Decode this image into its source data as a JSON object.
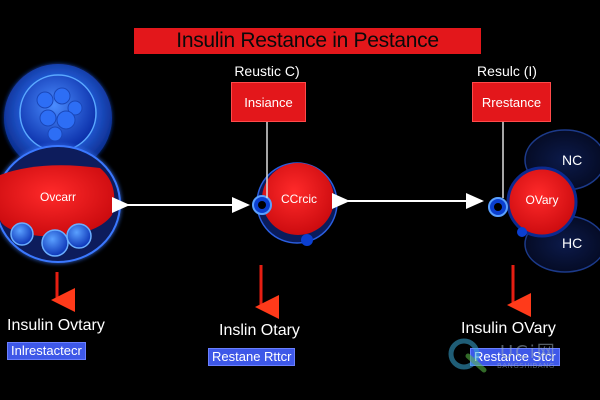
{
  "title": "Insulin Restance in Pestance",
  "columns": [
    {
      "header": "Reustic C)",
      "box": "Insiance",
      "cell": "Ovcarr",
      "bottom": "Insulin Ovtary",
      "tag": "Inlrestactecr"
    },
    {
      "header": "",
      "box": "",
      "cell": "CCrcic",
      "bottom": "Inslin Otary",
      "tag": "Restane Rttcr"
    },
    {
      "header": "Resulc (I)",
      "box": "Rrestance",
      "cell": "OVary",
      "bottom": "Insulin OVary",
      "tag": "Restance Stcr"
    }
  ],
  "side_labels": {
    "top": "NC",
    "bottom": "HC"
  },
  "watermark": {
    "text": "UCi网",
    "sub": "BANGSHIBANG"
  },
  "colors": {
    "title_bg": "#e3171b",
    "box_bg": "#e3171b",
    "tag_bg": "#3e58e8",
    "cell_red": "#e8141a",
    "cell_blue": "#1f4ddc"
  }
}
